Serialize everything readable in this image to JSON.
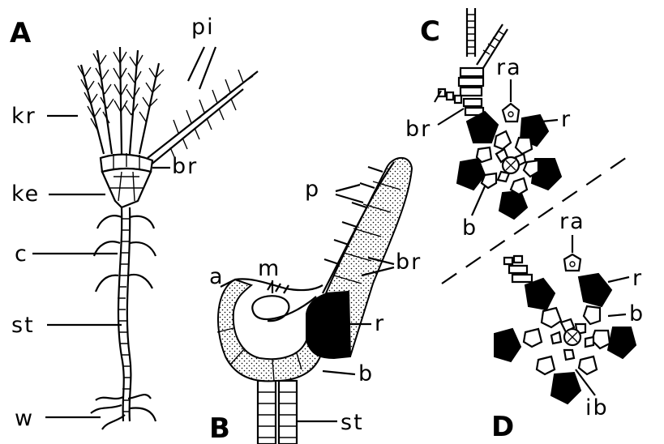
{
  "panels": {
    "A": "A",
    "B": "B",
    "C": "C",
    "D": "D"
  },
  "labels": {
    "A": {
      "pi": "pi",
      "kr": "kr",
      "br": "br",
      "ke": "ke",
      "c": "c",
      "st": "st",
      "w": "w"
    },
    "B": {
      "p": "p",
      "a": "a",
      "m": "m",
      "br": "br",
      "r": "r",
      "b": "b",
      "st": "st"
    },
    "C": {
      "ra": "ra",
      "br": "br",
      "r": "r",
      "b": "b"
    },
    "D": {
      "ra": "ra",
      "r": "r",
      "b": "b",
      "ib": "ib"
    }
  }
}
